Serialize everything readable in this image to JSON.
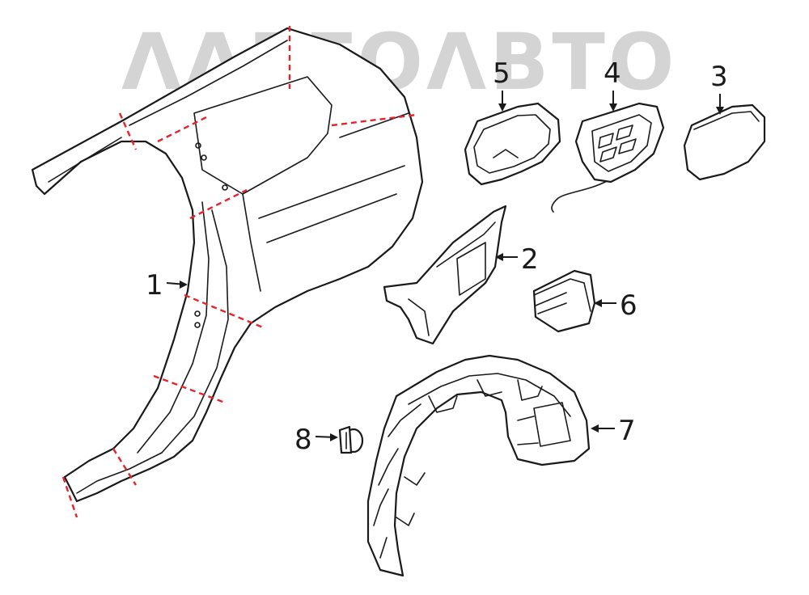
{
  "watermark": {
    "text": "ΛΛΕΓΟΛΒΤΟ",
    "color": "#d4d4d4"
  },
  "colors": {
    "line": "#1a1a1a",
    "cut_line": "#e4242a",
    "background": "#ffffff"
  },
  "callouts": [
    {
      "id": "1",
      "label": "1"
    },
    {
      "id": "2",
      "label": "2"
    },
    {
      "id": "3",
      "label": "3"
    },
    {
      "id": "4",
      "label": "4"
    },
    {
      "id": "5",
      "label": "5"
    },
    {
      "id": "6",
      "label": "6"
    },
    {
      "id": "7",
      "label": "7"
    },
    {
      "id": "8",
      "label": "8"
    }
  ]
}
